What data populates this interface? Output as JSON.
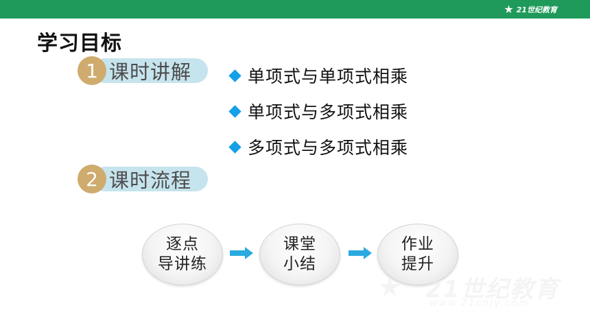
{
  "header": {
    "brand_text": "21世纪教育",
    "brand_icon": "runner-icon",
    "bar_color": "#1f9a5a"
  },
  "page": {
    "title": "学习目标"
  },
  "sections": [
    {
      "number": "1",
      "label": "课时讲解"
    },
    {
      "number": "2",
      "label": "课时流程"
    }
  ],
  "goals": [
    {
      "text": "单项式与单项式相乘"
    },
    {
      "text": "单项式与多项式相乘"
    },
    {
      "text": "多项式与多项式相乘"
    }
  ],
  "flow": [
    {
      "line1": "逐点",
      "line2": "导讲练"
    },
    {
      "line1": "课堂",
      "line2": "小结"
    },
    {
      "line1": "作业",
      "line2": "提升"
    }
  ],
  "watermark": {
    "main": "21世纪教育",
    "sub": "www.21cnjy.com"
  },
  "colors": {
    "pill_number": "#cfab6e",
    "pill_background": "#c6e4ed",
    "diamond": "#14a0e6",
    "arrow": "#29aae1"
  }
}
